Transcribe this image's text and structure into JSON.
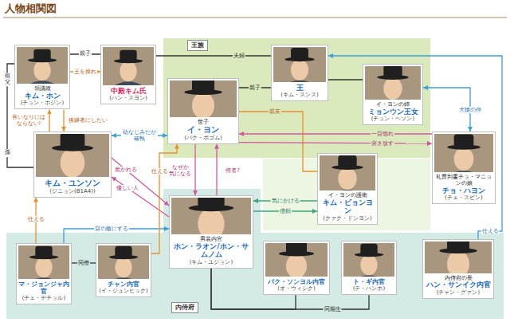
{
  "diagram": {
    "title": "人物相関図",
    "nodes": [
      {
        "text": [
          "王族"
        ]
      },
      {
        "text": [
          "内侍府"
        ]
      },
      {
        "text": [
          "領議政",
          "キム・ホン",
          "(チョン・ホジン)"
        ]
      },
      {
        "text": [
          "中殿キム氏",
          "(ハン・スヨン)"
        ]
      },
      {
        "text": [
          "王",
          "(キム・スンス)"
        ],
        "in": 0
      },
      {
        "text": [
          "イ・ヨンの姉",
          "ミョンウン王女",
          "(チョン・ヘソン)"
        ],
        "in": 0
      },
      {
        "text": [
          "世子",
          "イ・ヨン",
          "(パク・ボゴム)"
        ],
        "in": 0
      },
      {
        "text": [
          "キム・ユンソン",
          "(ジニョン(B1A4))"
        ]
      },
      {
        "text": [
          "イ・ヨンの護衛",
          "キム・ビョンヨン",
          "(クァク・ドンヨン)"
        ]
      },
      {
        "text": [
          "礼曹判書チョ・マニョンの娘",
          "チョ・ハヨン",
          "(チェ・スビン)"
        ]
      },
      {
        "text": [
          "男装内官",
          "ホン・ラオン/ホン・サムノム",
          "(キム・ユジョン)"
        ],
        "in": 1
      },
      {
        "text": [
          "マ・ジョンジャ内官",
          "(チェ・デチョル)"
        ],
        "in": 1
      },
      {
        "text": [
          "チャン内官",
          "(イ・ジュンヒョク)"
        ],
        "in": 1
      },
      {
        "text": [
          "パク・ソンヨル内官",
          "(オ・ウィシク)"
        ],
        "in": 1
      },
      {
        "text": [
          "ト・ギ内官",
          "(テ・ハンホ)"
        ],
        "in": 1
      },
      {
        "text": [
          "内侍府の長",
          "ハン・サンイク内官",
          "(チャン・グァン)"
        ],
        "in": 1
      }
    ],
    "edges": [
      {
        "from": 3,
        "to": 4,
        "label": "夫婦",
        "arrow": "none"
      },
      {
        "from": 2,
        "to": 3,
        "label": "親子",
        "arrow": "none"
      },
      {
        "from": 2,
        "to": 3,
        "label": "王を操れ",
        "arrow": "to"
      },
      {
        "from": 2,
        "to": 7,
        "label": "祖父",
        "arrow": "none"
      },
      {
        "from": 7,
        "to": 2,
        "label": "言いなりには ならない!",
        "arrow": "to"
      },
      {
        "from": 2,
        "to": 7,
        "label": "後継者にしたい",
        "arrow": "to"
      },
      {
        "from": 7,
        "to": 6,
        "label": "幼なじみだが 確執",
        "arrow": "both"
      },
      {
        "from": 7,
        "to": 10,
        "label": "惹かれる",
        "arrow": "to"
      },
      {
        "from": 10,
        "to": 7,
        "label": "優しい人",
        "arrow": "to"
      },
      {
        "from": 6,
        "to": 10,
        "label": "なぜか 気になる",
        "arrow": "to"
      },
      {
        "from": 10,
        "to": 6,
        "label": "何者?",
        "arrow": "to"
      },
      {
        "from": 6,
        "to": 8,
        "label": "親友",
        "arrow": "none"
      },
      {
        "from": 8,
        "to": 10,
        "label": "気にかける",
        "arrow": "to"
      },
      {
        "from": 10,
        "to": 8,
        "label": "信頼",
        "arrow": "to"
      },
      {
        "from": 9,
        "to": 6,
        "label": "一目惚れ",
        "arrow": "to"
      },
      {
        "from": 6,
        "to": 9,
        "label": "突き放す",
        "arrow": "to"
      },
      {
        "from": 5,
        "to": 9,
        "label": "犬猿の仲",
        "arrow": "both"
      },
      {
        "from": 4,
        "to": 6,
        "label": "親子",
        "arrow": "none"
      },
      {
        "from": 4,
        "to": 5,
        "arrow": "none"
      },
      {
        "from": 15,
        "to": 4,
        "label": "仕える",
        "arrow": "to"
      },
      {
        "from": 11,
        "to": 7,
        "label": "仕える",
        "arrow": "to"
      },
      {
        "from": 11,
        "to": 10,
        "label": "目の敵にする",
        "arrow": "to"
      },
      {
        "from": 12,
        "to": 6,
        "label": "仕える",
        "arrow": "to"
      },
      {
        "from": 11,
        "to": 12,
        "label": "同僚",
        "arrow": "none"
      },
      {
        "from": 10,
        "to": 13,
        "label": "同期生",
        "arrow": "none"
      },
      {
        "from": 10,
        "to": 14,
        "arrow": "none"
      }
    ],
    "labels": [
      "孫"
    ]
  }
}
